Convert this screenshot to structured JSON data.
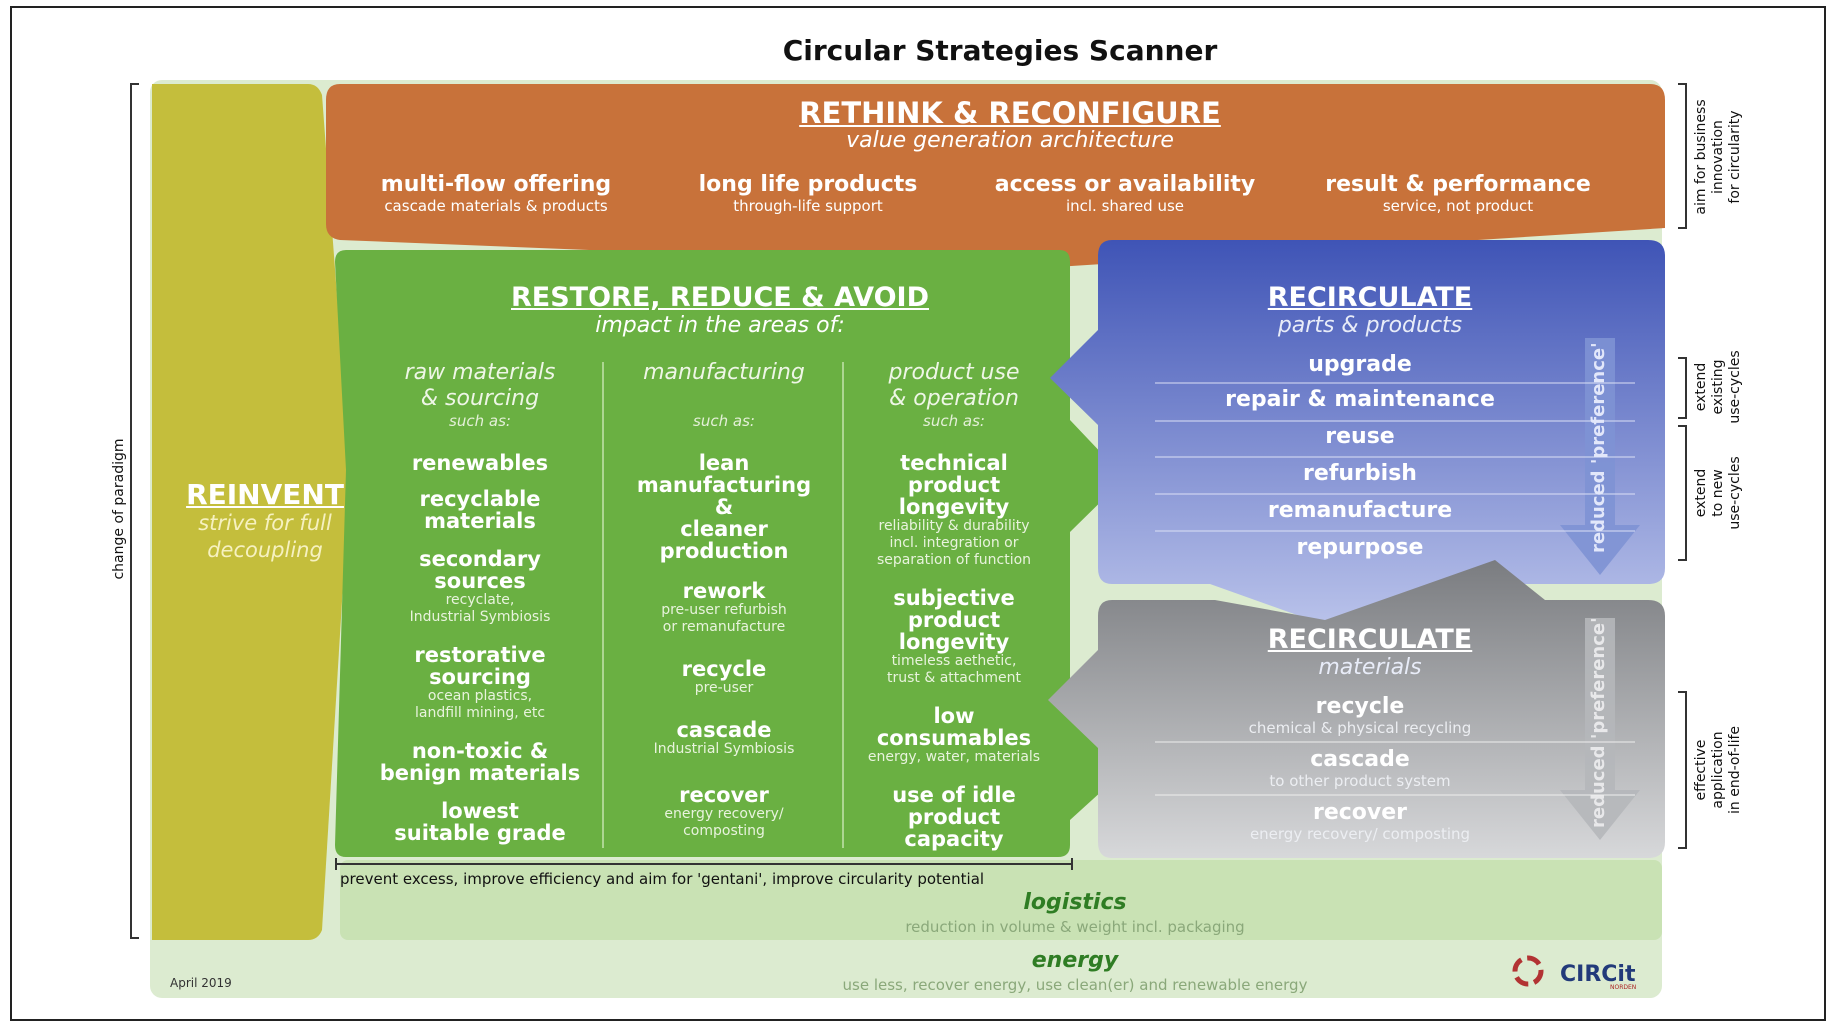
{
  "title": "Circular Strategies Scanner",
  "rethink": {
    "heading": "RETHINK & RECONFIGURE",
    "subheading": "value generation architecture",
    "items": [
      {
        "title": "multi-flow offering",
        "sub": "cascade materials & products"
      },
      {
        "title": "long life products",
        "sub": "through-life support"
      },
      {
        "title": "access or availability",
        "sub": "incl. shared use"
      },
      {
        "title": "result & performance",
        "sub": "service, not product"
      }
    ]
  },
  "reinvent": {
    "heading": "REINVENT",
    "sub_line1": "strive for full",
    "sub_line2": "decoupling"
  },
  "restore": {
    "heading": "RESTORE, REDUCE & AVOID",
    "subheading": "impact in the areas of:",
    "columns": [
      {
        "header_l1": "raw materials",
        "header_l2": "& sourcing",
        "such_as": "such as:",
        "items": [
          {
            "l1": "renewables",
            "l2": "",
            "l3": "",
            "s1": "",
            "s2": ""
          },
          {
            "l1": "recyclable",
            "l2": "materials",
            "l3": "",
            "s1": "",
            "s2": ""
          },
          {
            "l1": "secondary",
            "l2": "sources",
            "l3": "",
            "s1": "recyclate,",
            "s2": "Industrial Symbiosis"
          },
          {
            "l1": "restorative",
            "l2": "sourcing",
            "l3": "",
            "s1": "ocean plastics,",
            "s2": "landfill mining, etc"
          },
          {
            "l1": "non-toxic &",
            "l2": "benign materials",
            "l3": "",
            "s1": "",
            "s2": ""
          },
          {
            "l1": "lowest",
            "l2": "suitable grade",
            "l3": "",
            "s1": "",
            "s2": ""
          }
        ]
      },
      {
        "header_l1": "manufacturing",
        "header_l2": "",
        "such_as": "such as:",
        "items": [
          {
            "l1": "lean",
            "l2": "manufacturing",
            "l3": "&",
            "l4": "cleaner",
            "l5": "production",
            "s1": "",
            "s2": ""
          },
          {
            "l1": "rework",
            "l2": "",
            "l3": "",
            "l4": "",
            "l5": "",
            "s1": "pre-user refurbish",
            "s2": "or remanufacture"
          },
          {
            "l1": "recycle",
            "l2": "",
            "l3": "",
            "l4": "",
            "l5": "",
            "s1": "pre-user",
            "s2": ""
          },
          {
            "l1": "cascade",
            "l2": "",
            "l3": "",
            "l4": "",
            "l5": "",
            "s1": "Industrial Symbiosis",
            "s2": ""
          },
          {
            "l1": "recover",
            "l2": "",
            "l3": "",
            "l4": "",
            "l5": "",
            "s1": "energy recovery/",
            "s2": "composting"
          }
        ]
      },
      {
        "header_l1": "product use",
        "header_l2": "& operation",
        "such_as": "such as:",
        "items": [
          {
            "l1": "technical",
            "l2": "product",
            "l3": "longevity",
            "s1": "reliability & durability",
            "s2": "incl. integration or",
            "s3": "separation of function"
          },
          {
            "l1": "subjective",
            "l2": "product",
            "l3": "longevity",
            "s1": "timeless aethetic,",
            "s2": "trust & attachment",
            "s3": ""
          },
          {
            "l1": "low",
            "l2": "consumables",
            "l3": "",
            "s1": "energy, water, materials",
            "s2": "",
            "s3": ""
          },
          {
            "l1": "use of idle",
            "l2": "product",
            "l3": "capacity",
            "s1": "",
            "s2": "",
            "s3": ""
          }
        ]
      }
    ],
    "bottom_note": "prevent excess, improve efficiency and aim for 'gentani', improve circularity potential"
  },
  "recirc_parts": {
    "heading": "RECIRCULATE",
    "subheading": "parts & products",
    "items": [
      "upgrade",
      "repair & maintenance",
      "reuse",
      "refurbish",
      "remanufacture",
      "repurpose"
    ],
    "arrow_label": "reduced 'preference'"
  },
  "recirc_materials": {
    "heading": "RECIRCULATE",
    "subheading": "materials",
    "items": [
      {
        "title": "recycle",
        "sub": "chemical & physical recycling"
      },
      {
        "title": "cascade",
        "sub": "to other product system"
      },
      {
        "title": "recover",
        "sub": "energy recovery/ composting"
      }
    ],
    "arrow_label": "reduced 'preference'"
  },
  "logistics": {
    "title": "logistics",
    "sub": "reduction in volume & weight incl. packaging"
  },
  "energy": {
    "title": "energy",
    "sub": "use less, recover energy, use clean(er) and renewable energy"
  },
  "side_left": "change of paradigm",
  "side_right": [
    {
      "l1": "aim for business",
      "l2": "innovation",
      "l3": "for circularity"
    },
    {
      "l1": "extend",
      "l2": "existing",
      "l3": "use-cycles"
    },
    {
      "l1": "extend",
      "l2": "to new",
      "l3": "use-cycles"
    },
    {
      "l1": "effective",
      "l2": "application",
      "l3": "in end-of-life"
    }
  ],
  "date": "April 2019",
  "logo": "CIRCit",
  "logo_sub": "NORDEN",
  "colors": {
    "rethink": "#c8723a",
    "reinvent": "#c4be3c",
    "restore": "#6ab042",
    "recirc_parts": "#4a5fbb",
    "recirc_materials": "#8a8c8f",
    "background": "#dcebd0"
  }
}
